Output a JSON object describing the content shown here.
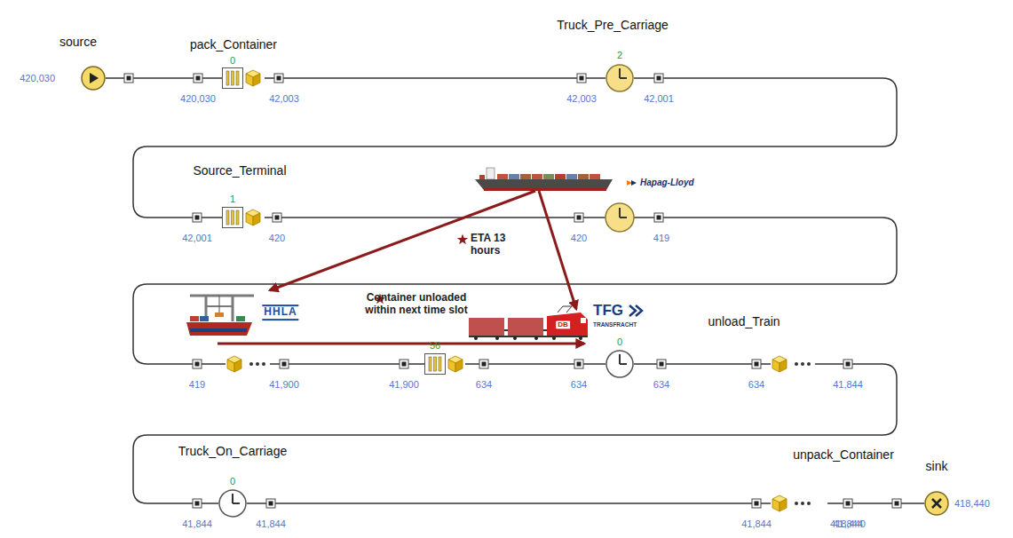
{
  "diagram": {
    "nodes": [
      {
        "text": [
          "source"
        ]
      },
      {
        "text": [
          "pack_Container",
          "0"
        ]
      },
      {
        "text": [
          "Truck_Pre_Carriage",
          "2"
        ]
      },
      {
        "text": [
          "Source_Terminal",
          "1"
        ]
      },
      {
        "text": [
          "56"
        ]
      },
      {
        "text": [
          "unload_Train",
          "0"
        ]
      },
      {
        "text": [
          "Truck_On_Carriage",
          "0"
        ]
      },
      {
        "text": [
          "unpack_Container"
        ]
      },
      {
        "text": [
          "sink"
        ]
      }
    ],
    "edges": [
      {
        "from": 0,
        "to": 1,
        "arrow": "none"
      },
      {
        "from": 1,
        "to": 2,
        "arrow": "none"
      },
      {
        "from": 2,
        "to": 3,
        "arrow": "none"
      },
      {
        "from": 3,
        "to": 4,
        "arrow": "none"
      },
      {
        "from": 4,
        "to": 5,
        "arrow": "none"
      },
      {
        "from": 5,
        "to": 6,
        "arrow": "none"
      },
      {
        "from": 6,
        "to": 7,
        "arrow": "none"
      },
      {
        "from": 7,
        "to": 8,
        "arrow": "none"
      }
    ],
    "labels": [
      "420,030",
      "420,030",
      "42,003",
      "42,003",
      "42,001",
      "42,001",
      "420",
      "Hapag-Lloyd",
      "ETA 13 hours",
      "420",
      "419",
      "Container unloaded within next time slot",
      "HHLA",
      "DB",
      "TFG",
      "TRANSFRACHT",
      "419",
      "41,900",
      "41,900",
      "634",
      "634",
      "634",
      "634",
      "41,844",
      "41,844",
      "41,844",
      "41,844",
      "41,844",
      "418,440",
      "418,440"
    ]
  }
}
